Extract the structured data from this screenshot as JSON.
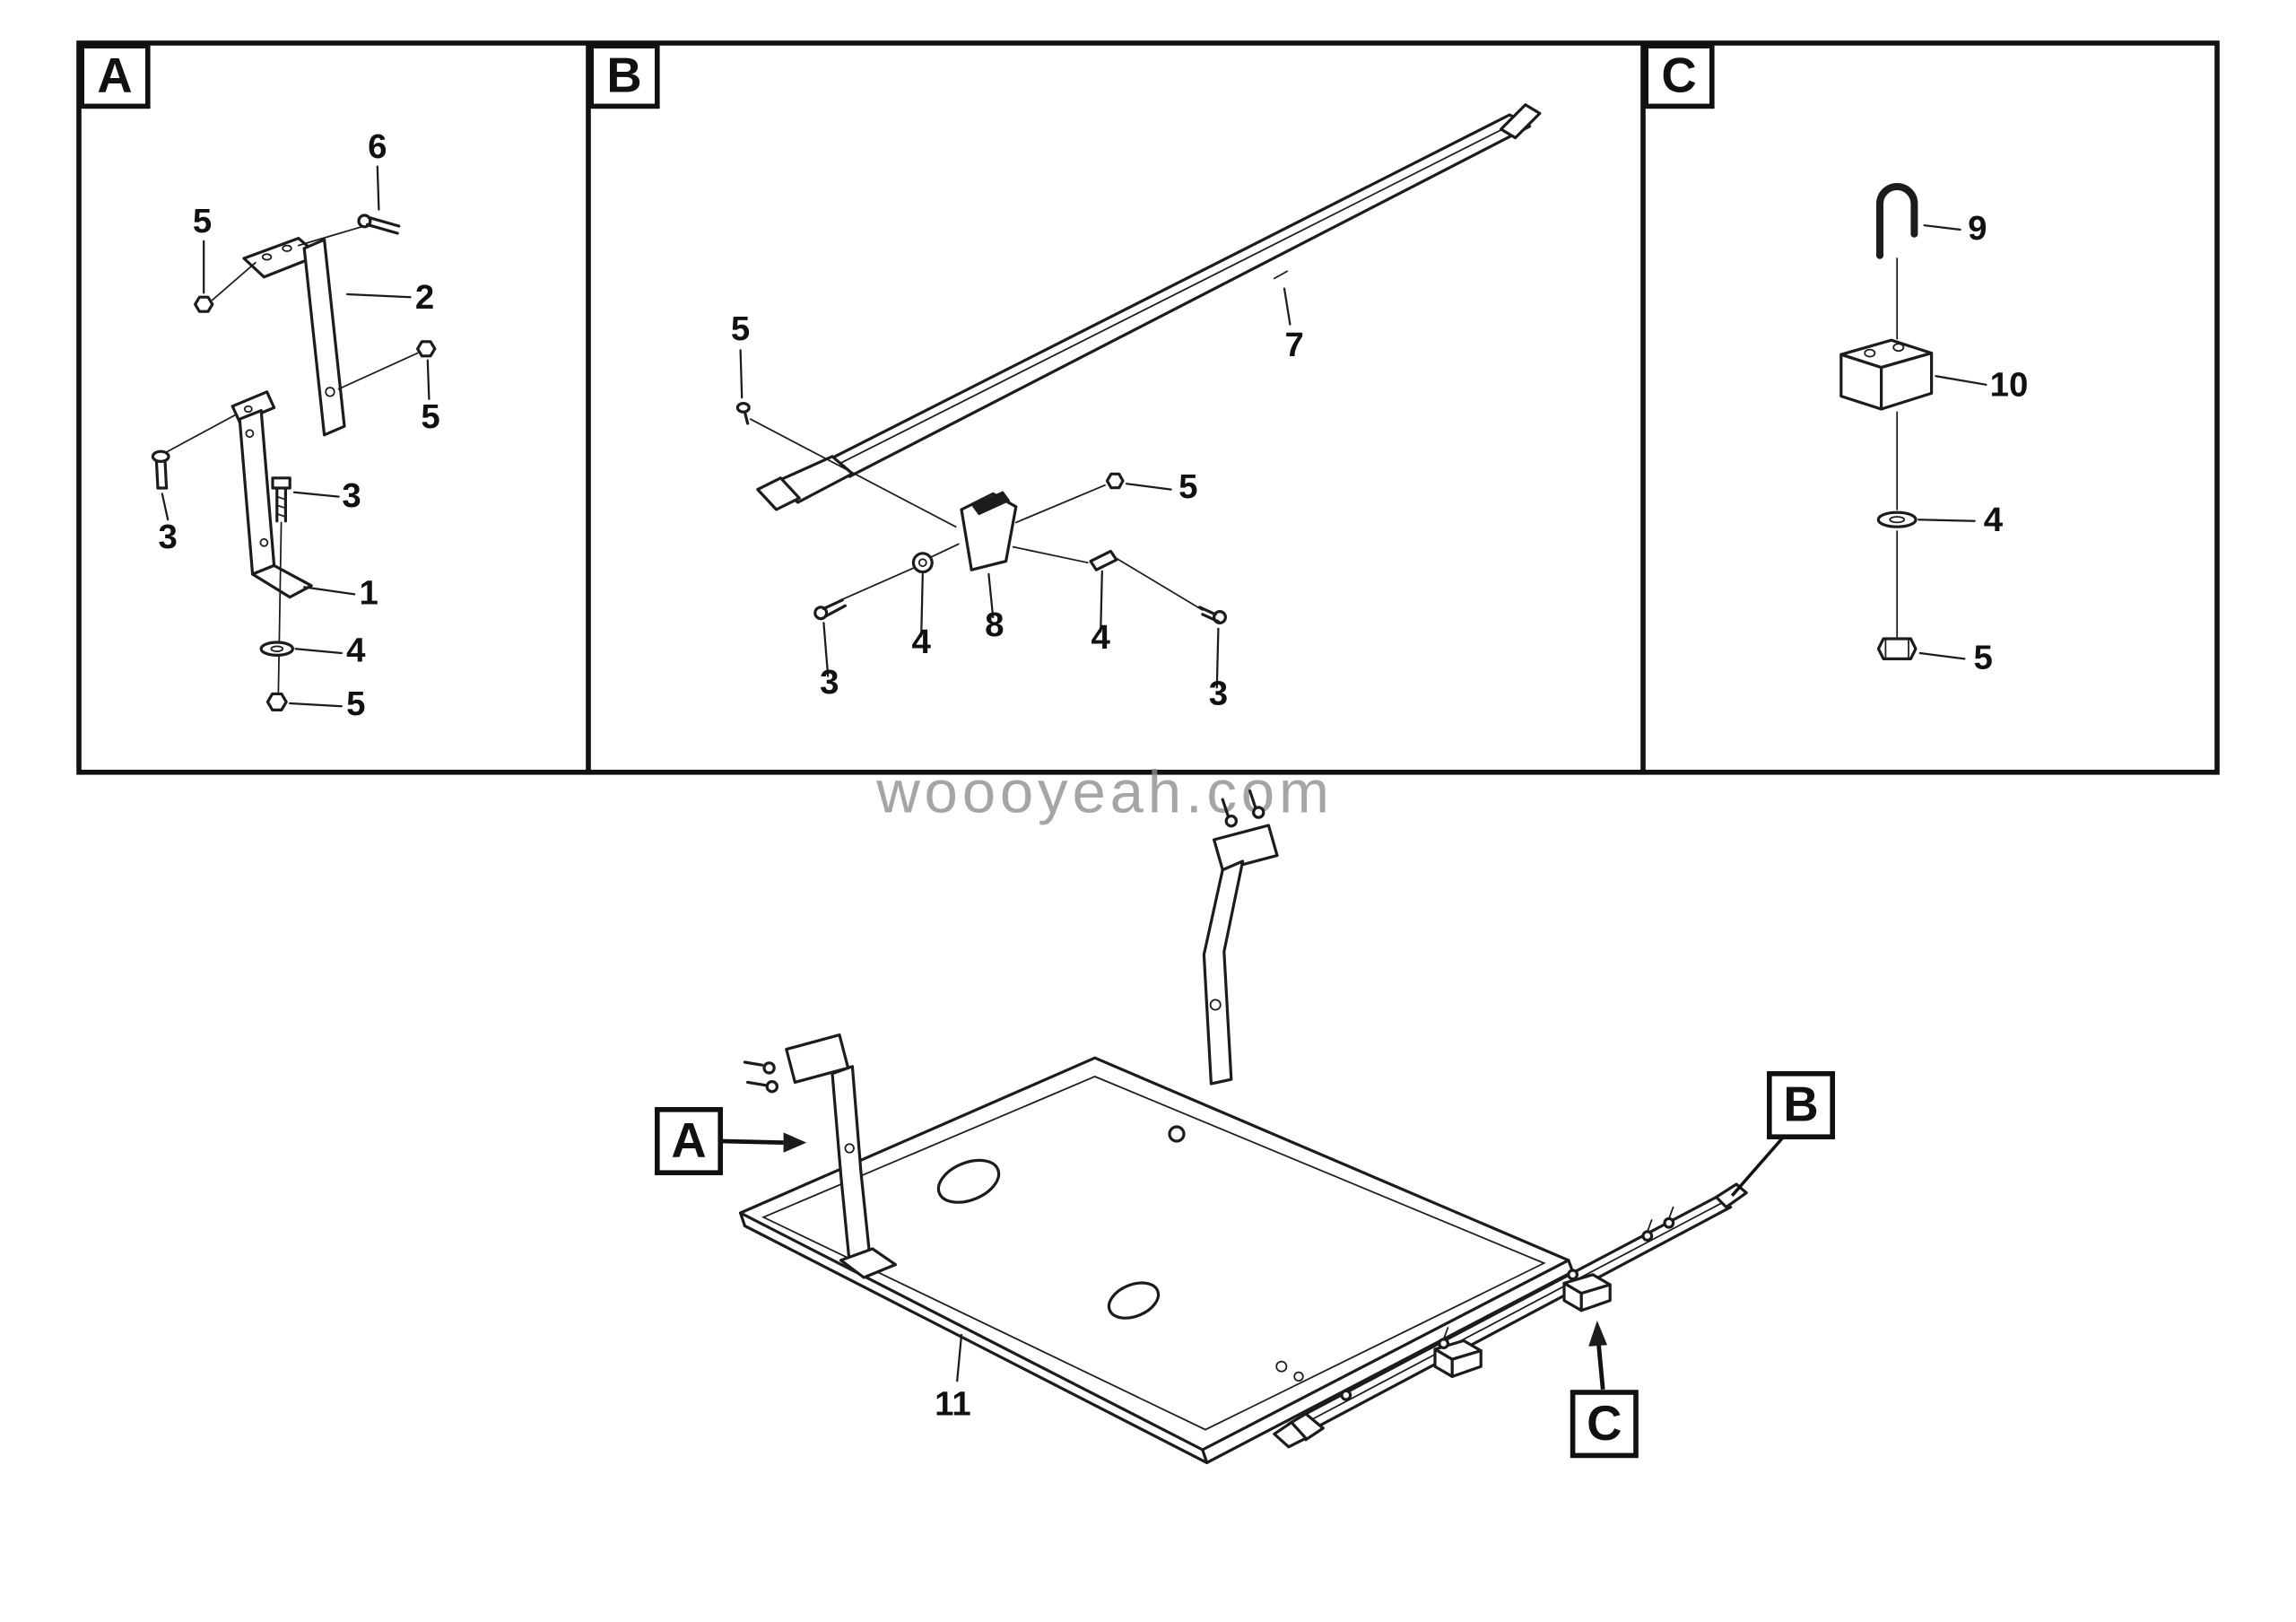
{
  "watermark": "woooyeah.com",
  "panel_a": {
    "label": "A",
    "callout_1": "1",
    "callout_2": "2",
    "callout_3_left": "3",
    "callout_3_mid": "3",
    "callout_4": "4",
    "callout_5_top": "5",
    "callout_5_right": "5",
    "callout_5_bottom": "5",
    "callout_6": "6"
  },
  "panel_b": {
    "label": "B",
    "callout_3_left": "3",
    "callout_3_right": "3",
    "callout_4_left": "4",
    "callout_4_right": "4",
    "callout_5_left": "5",
    "callout_5_right": "5",
    "callout_7": "7",
    "callout_8": "8"
  },
  "panel_c": {
    "label": "C",
    "callout_4": "4",
    "callout_5": "5",
    "callout_9": "9",
    "callout_10": "10"
  },
  "assembly": {
    "label_a": "A",
    "label_b": "B",
    "label_c": "C",
    "callout_11": "11"
  }
}
